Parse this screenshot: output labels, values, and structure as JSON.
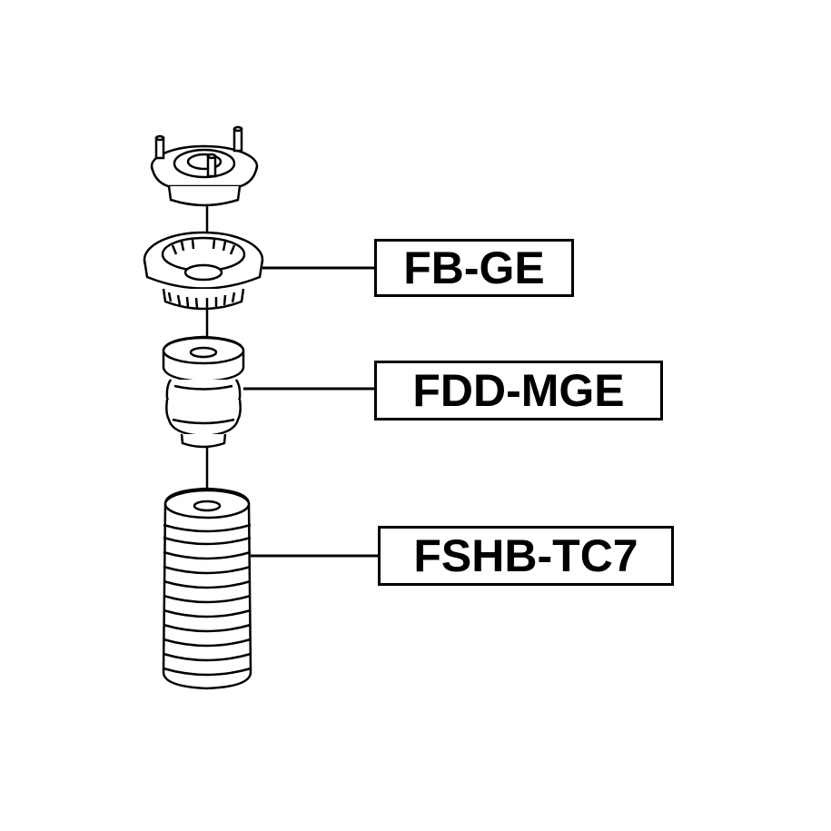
{
  "labels": [
    "FB-GE",
    "FDD-MGE",
    "FSHB-TC7"
  ],
  "parts": [
    {
      "name": "strut-mount",
      "label": ""
    },
    {
      "name": "bearing",
      "label": "FB-GE"
    },
    {
      "name": "bump-stop",
      "label": "FDD-MGE"
    },
    {
      "name": "dust-boot",
      "label": "FSHB-TC7"
    }
  ],
  "colors": {
    "line": "#000000",
    "background": "#ffffff"
  }
}
